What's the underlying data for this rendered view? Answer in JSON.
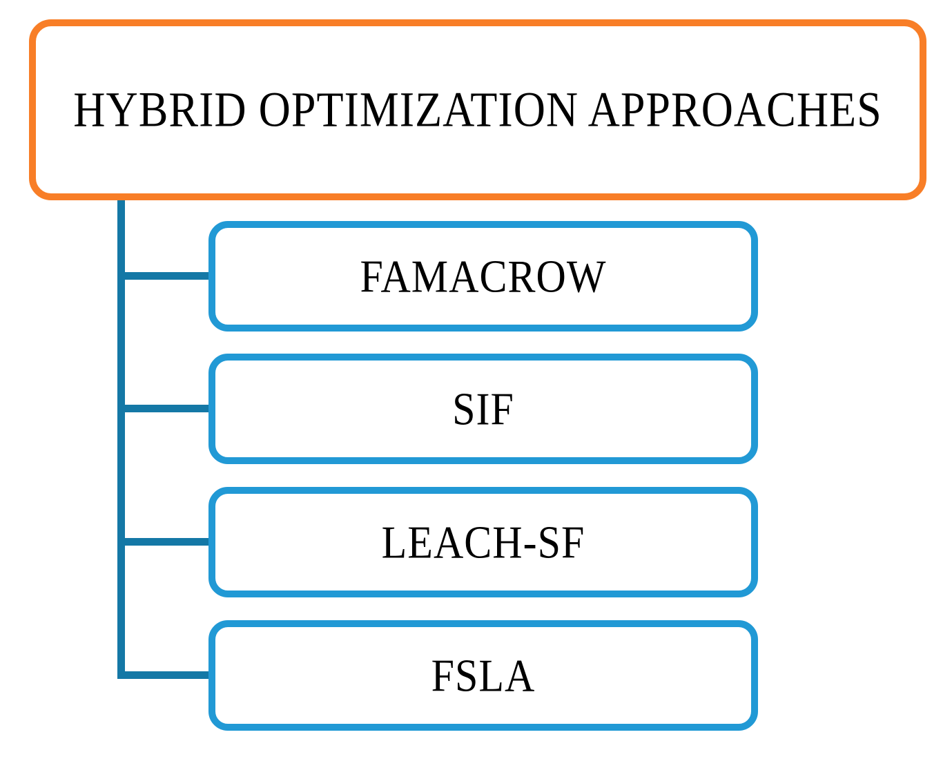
{
  "diagram": {
    "root": {
      "label": "HYBRID OPTIMIZATION APPROACHES"
    },
    "children": [
      {
        "label": "FAMACROW"
      },
      {
        "label": "SIF"
      },
      {
        "label": "LEACH-SF"
      },
      {
        "label": "FSLA"
      }
    ],
    "colors": {
      "root_border": "#f87e27",
      "child_border": "#2199d5",
      "connector": "#1478a6",
      "text": "#000000",
      "background": "#ffffff"
    }
  }
}
